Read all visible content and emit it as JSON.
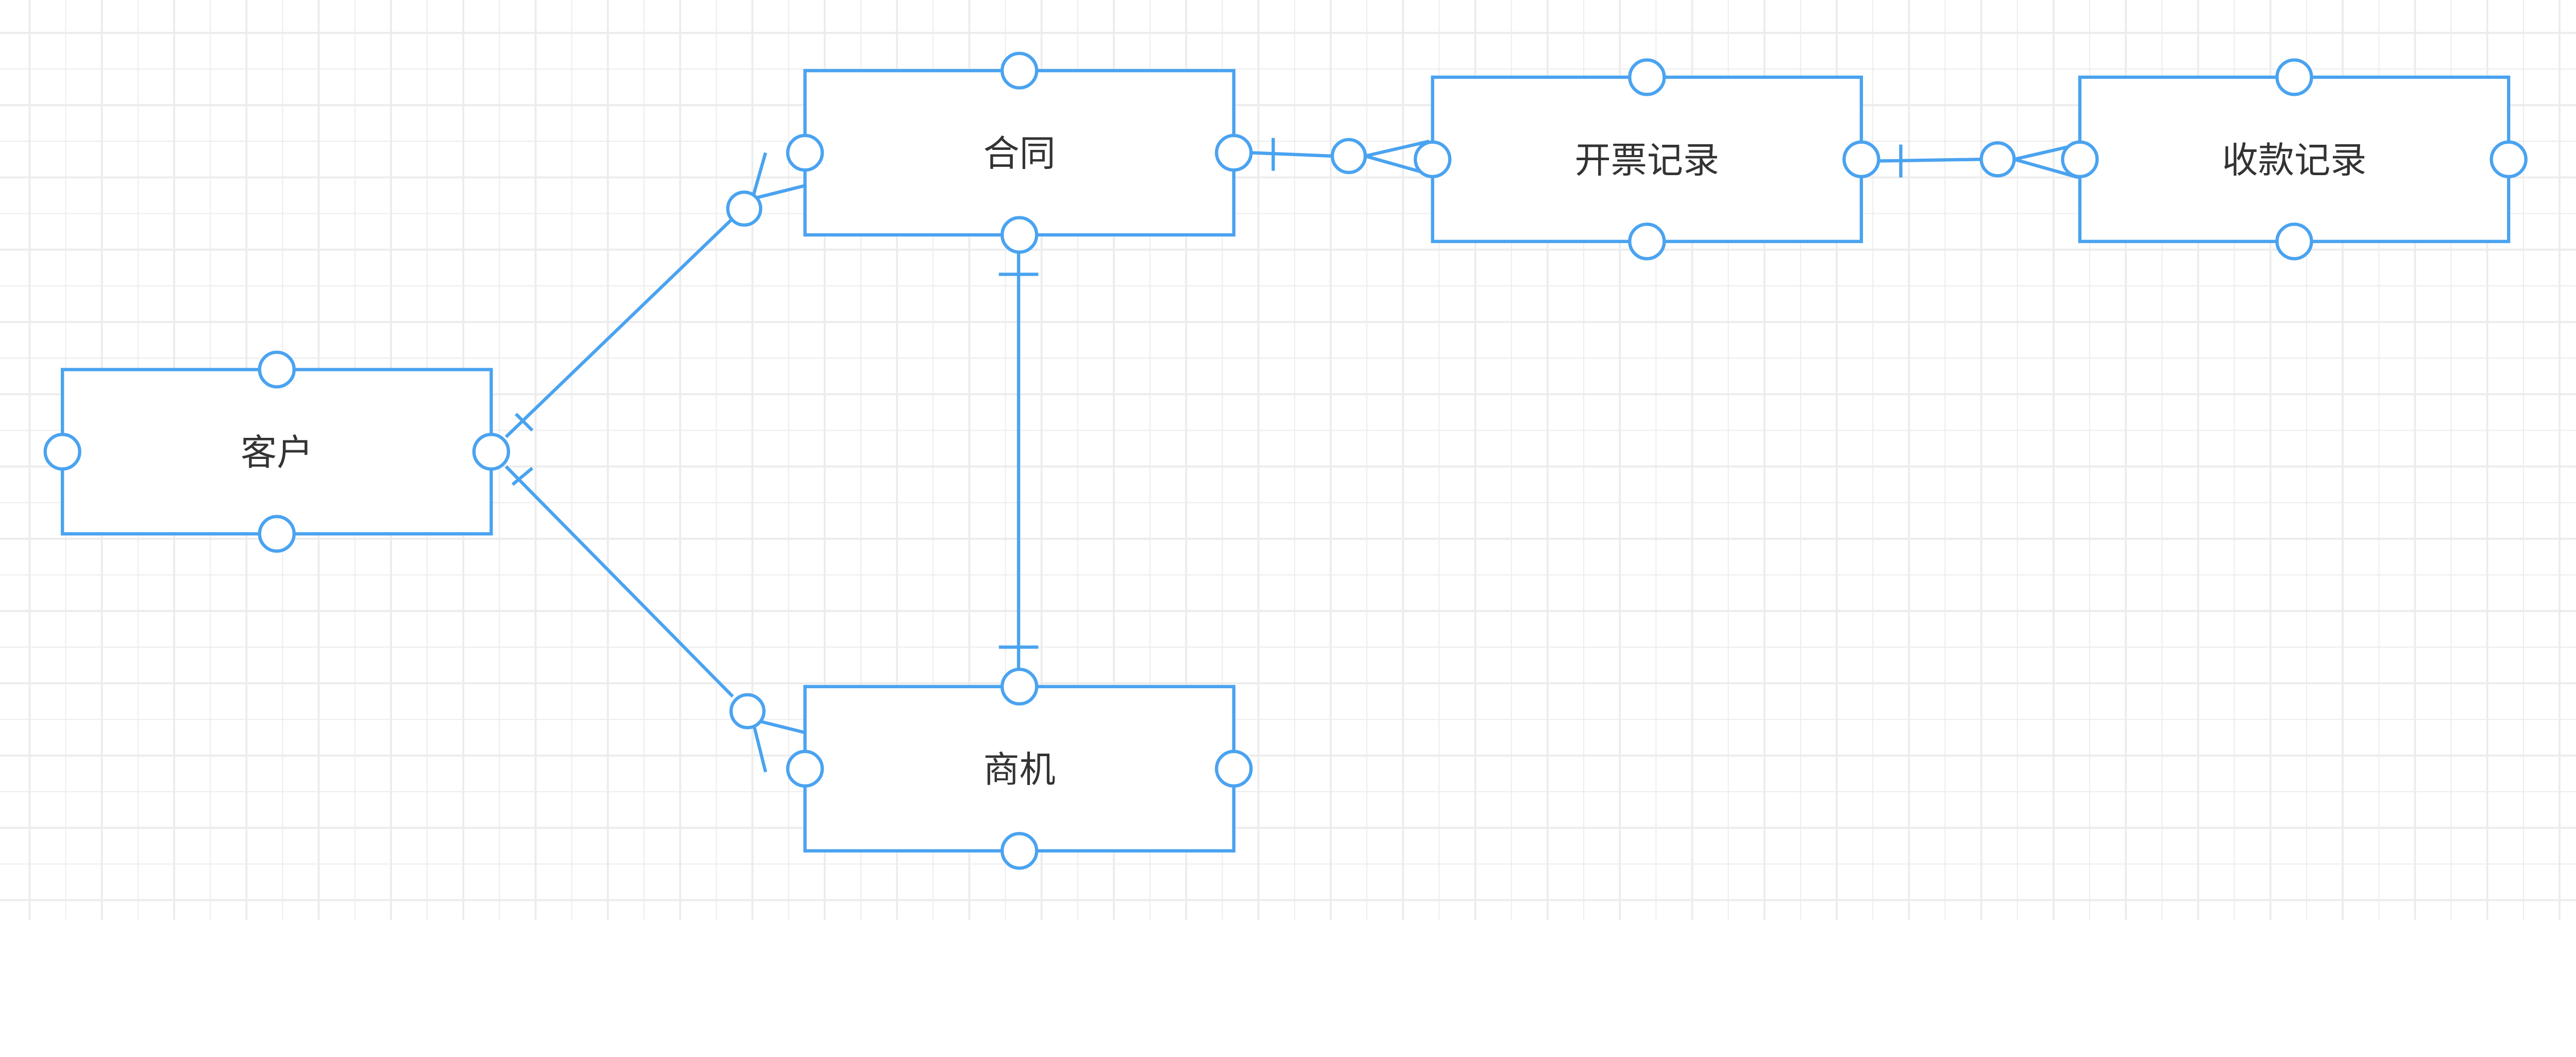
{
  "diagram": {
    "type": "er-diagram",
    "line_color": "#4aa3f0",
    "grid_color": "#ececec",
    "entities": [
      {
        "id": "contract",
        "label": "合同"
      },
      {
        "id": "invoice",
        "label": "开票记录"
      },
      {
        "id": "payment",
        "label": "收款记录"
      },
      {
        "id": "customer",
        "label": "客户"
      },
      {
        "id": "opportunity",
        "label": "商机"
      }
    ],
    "relationships": [
      {
        "from": "customer",
        "to": "contract",
        "from_cardinality": "one",
        "to_cardinality": "zero-or-many"
      },
      {
        "from": "customer",
        "to": "opportunity",
        "from_cardinality": "one",
        "to_cardinality": "zero-or-many"
      },
      {
        "from": "contract",
        "to": "opportunity",
        "from_cardinality": "one",
        "to_cardinality": "one"
      },
      {
        "from": "contract",
        "to": "invoice",
        "from_cardinality": "one",
        "to_cardinality": "zero-or-many"
      },
      {
        "from": "invoice",
        "to": "payment",
        "from_cardinality": "one",
        "to_cardinality": "zero-or-many"
      }
    ]
  }
}
